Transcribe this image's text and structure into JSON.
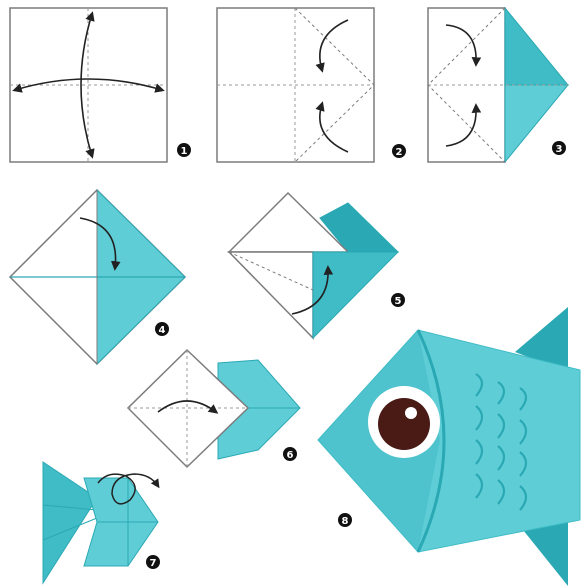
{
  "colors": {
    "teal_light": "#5fcdd6",
    "teal_mid": "#3fbcc6",
    "teal_dark": "#2aa9b4",
    "outline": "#7c7c7c",
    "crease": "#9a9a9a",
    "arrow": "#222222",
    "eye_white": "#ffffff",
    "eye_pupil": "#4a1a14",
    "badge": "#111111"
  },
  "steps": [
    {
      "number": "1"
    },
    {
      "number": "2"
    },
    {
      "number": "3"
    },
    {
      "number": "4"
    },
    {
      "number": "5"
    },
    {
      "number": "6"
    },
    {
      "number": "7"
    },
    {
      "number": "8"
    }
  ]
}
